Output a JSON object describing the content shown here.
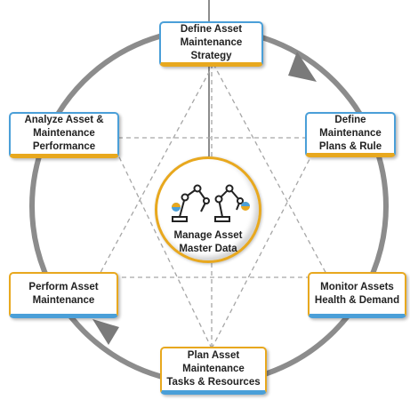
{
  "center": {
    "label": "Manage Asset\nMaster Data",
    "icon": "robot-arms-icon"
  },
  "nodes": {
    "top": "Define Asset\nMaintenance\nStrategy",
    "upper_right": "Define\nMaintenance\nPlans & Rule",
    "lower_right": "Monitor Assets\nHealth & Demand",
    "bottom": "Plan Asset\nMaintenance\nTasks & Resources",
    "lower_left": "Perform Asset\nMaintenance",
    "upper_left": "Analyze Asset  &\nMaintenance\nPerformance"
  },
  "colors": {
    "blue": "#4a9fd8",
    "orange": "#e8a81e",
    "cycle": "#8c8c8c",
    "dashed": "#a6a6a6"
  },
  "cycle_direction": "clockwise"
}
